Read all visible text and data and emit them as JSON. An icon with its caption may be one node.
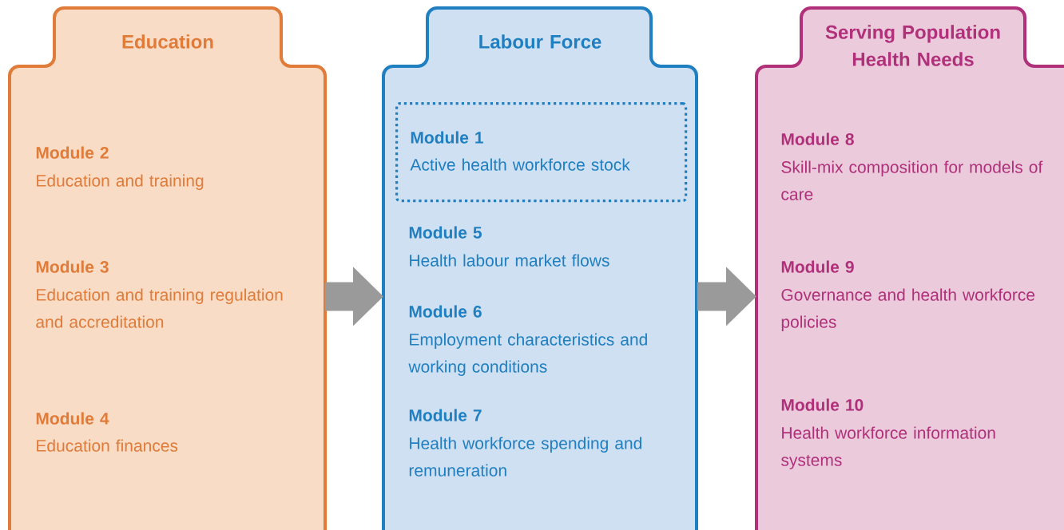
{
  "diagram": {
    "nodes": [
      {
        "text": [
          "Education",
          "Module 2",
          "Education and training",
          "Module 3",
          "Education and training regulation and accreditation",
          "Module 4",
          "Education finances"
        ]
      },
      {
        "text": [
          "Labour Force",
          "Module 5",
          "Health labour market flows",
          "Module 6",
          "Employment characteristics and working conditions",
          "Module 7",
          "Health workforce spending and remuneration"
        ]
      },
      {
        "text": [
          "Module 1",
          "Active health workforce stock"
        ],
        "in": 1
      },
      {
        "text": [
          "Serving Population Health Needs",
          "Module 8",
          "Skill-mix composition for models of care",
          "Module 9",
          "Governance and health workforce policies",
          "Module 10",
          "Health workforce information systems"
        ]
      }
    ],
    "edges": [
      {
        "from": 0,
        "to": 1,
        "arrow": "to"
      },
      {
        "from": 1,
        "to": 3,
        "arrow": "to"
      }
    ]
  }
}
